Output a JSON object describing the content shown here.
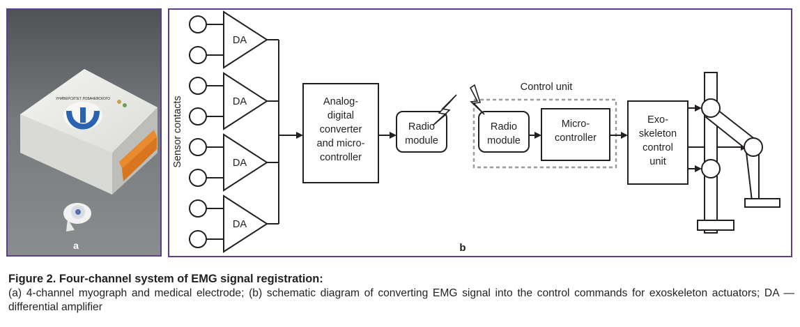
{
  "panel_a": {
    "label": "a",
    "device_logo_text": "УНИВЕРСИТЕТ ЛОБАЧЕВСКОГО"
  },
  "panel_b": {
    "label": "b",
    "sensor_label": "Sensor contacts",
    "amplifiers": [
      "DA",
      "DA",
      "DA",
      "DA"
    ],
    "adc_lines": [
      "Analog-",
      "digital",
      "converter",
      "and micro-",
      "controller"
    ],
    "radio1_lines": [
      "Radio",
      "module"
    ],
    "control_unit_label": "Control unit",
    "radio2_lines": [
      "Radio",
      "module"
    ],
    "micro_lines": [
      "Micro-",
      "controller"
    ],
    "exo_lines": [
      "Exo-",
      "skeleton",
      "control",
      "unit"
    ]
  },
  "caption": {
    "title": "Figure 2. Four-channel system of EMG signal registration:",
    "body": "(a) 4-channel myograph and medical electrode; (b) schematic diagram of converting EMG signal into the control commands for exoskeleton actuators; DA — differential amplifier"
  },
  "colors": {
    "frame": "#5b3f8c",
    "stroke": "#231f20",
    "dashed_box": "#9a9a9a",
    "photo_bg": "#6b6e70"
  }
}
